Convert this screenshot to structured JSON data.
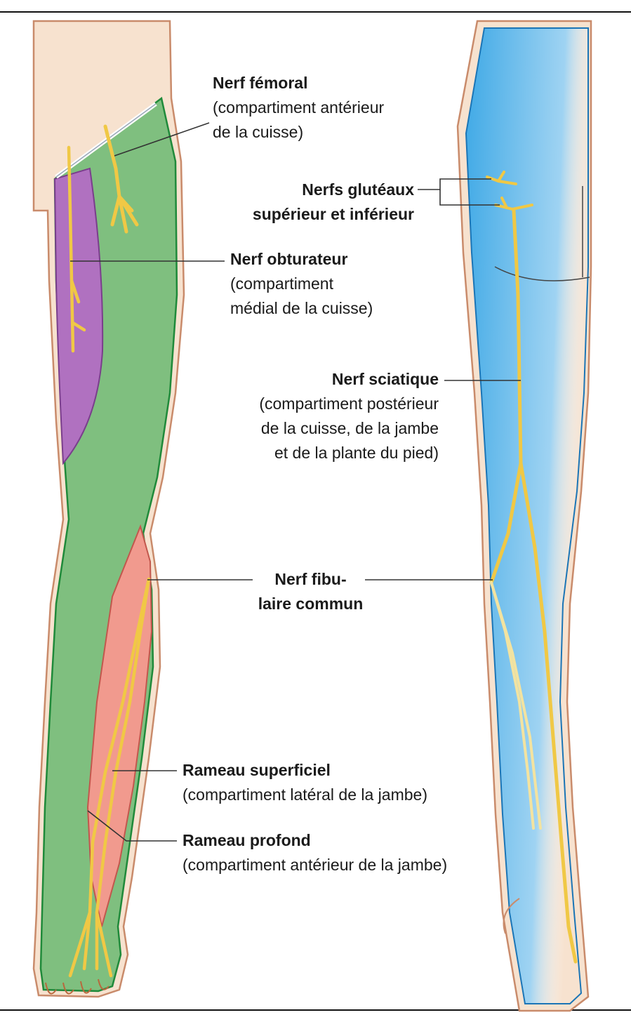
{
  "labels": {
    "femoral": {
      "title": "Nerf fémoral",
      "desc": [
        "(compartiment antérieur",
        "de la cuisse)"
      ]
    },
    "gluteal": {
      "title": [
        "Nerfs glutéaux",
        "supérieur et inférieur"
      ]
    },
    "obturator": {
      "title": "Nerf obturateur",
      "desc": [
        "(compartiment",
        "médial de la cuisse)"
      ]
    },
    "sciatic": {
      "title": "Nerf sciatique",
      "desc": [
        "(compartiment postérieur",
        "de la cuisse, de la jambe",
        "et de la plante du pied)"
      ]
    },
    "fibular": {
      "title": [
        "Nerf fibu-",
        "laire commun"
      ]
    },
    "superficial": {
      "title": "Rameau superficiel",
      "desc": [
        "(compartiment latéral de la jambe)"
      ]
    },
    "deep": {
      "title": "Rameau profond",
      "desc": [
        "(compartiment antérieur de la jambe)"
      ]
    }
  },
  "colors": {
    "skin": "#f7e2cf",
    "skin_outline": "#c98b6b",
    "anterior_thigh": "#7fbf7f",
    "medial_thigh": "#b071c0",
    "lateral_leg": "#f19a8e",
    "posterior": "#3fa9e6",
    "nerve": "#f0c845"
  }
}
